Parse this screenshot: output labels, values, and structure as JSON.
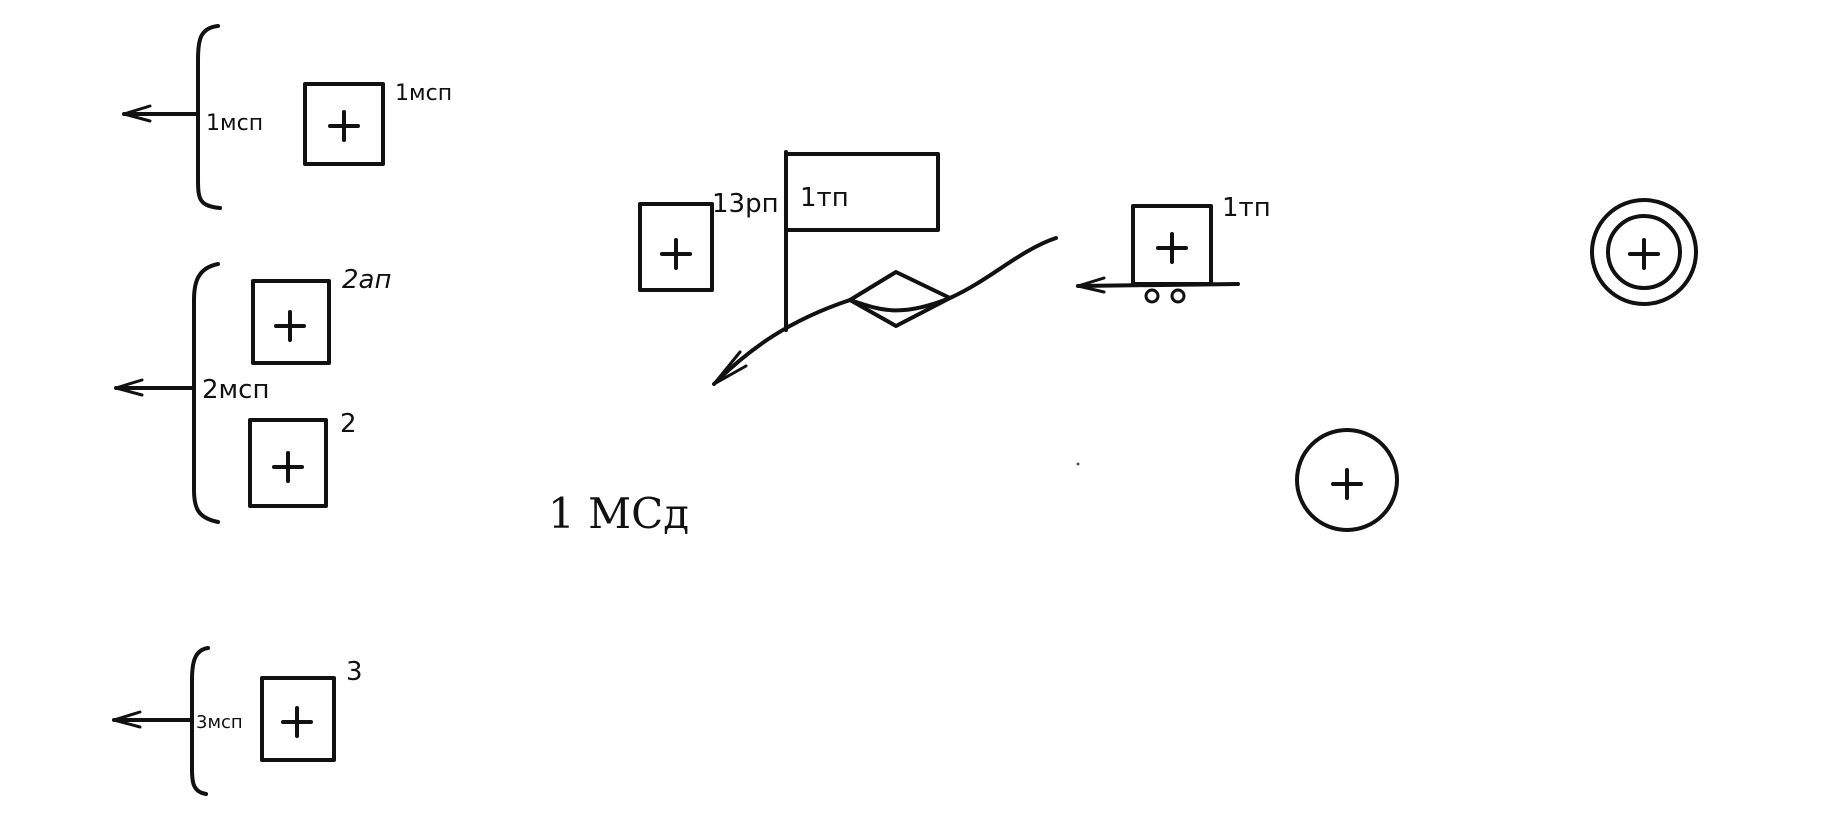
{
  "symbols": {
    "group1": {
      "side_label": "1мсп",
      "corner_label": "1мсп"
    },
    "group2": {
      "side_label": "2мсп",
      "upper_corner_label": "2ап",
      "lower_corner_label": "2"
    },
    "group3": {
      "side_label": "3мсп",
      "corner_label": "3"
    },
    "command_post": {
      "square_label": "13рп",
      "flag_label": "1тп"
    },
    "wheeled_unit": {
      "corner_label": "1тп"
    },
    "division_label": "1 МСд"
  },
  "colors": {
    "ink": "#111111",
    "paper": "#ffffff"
  }
}
